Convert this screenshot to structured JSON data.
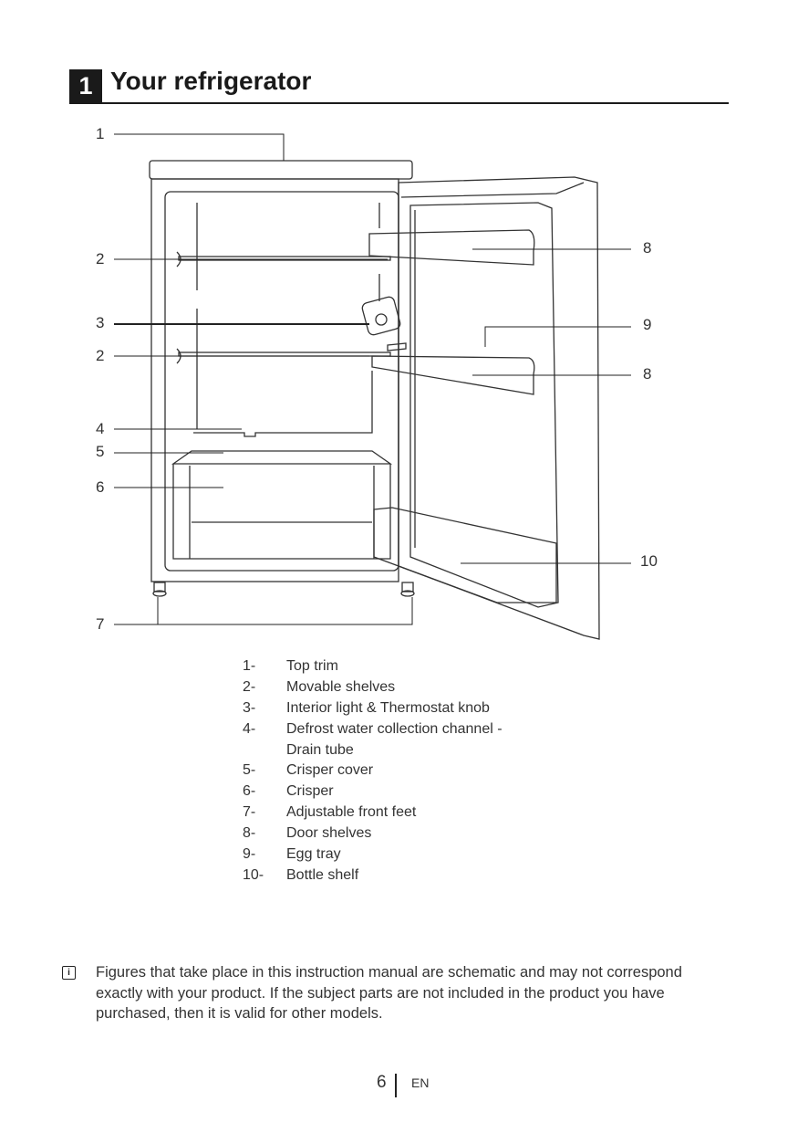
{
  "header": {
    "section_number": "1",
    "title": "Your refrigerator"
  },
  "diagram": {
    "callouts_left": [
      "1",
      "2",
      "3",
      "2",
      "4",
      "5",
      "6",
      "7"
    ],
    "callouts_right": [
      "8",
      "9",
      "8",
      "10"
    ]
  },
  "legend": [
    {
      "num": "1-",
      "label": "Top trim"
    },
    {
      "num": "2-",
      "label": "Movable shelves"
    },
    {
      "num": "3-",
      "label": "Interior light & Thermostat knob"
    },
    {
      "num": "4-",
      "label": "Defrost water collection channel -"
    },
    {
      "num": "",
      "label": "Drain tube"
    },
    {
      "num": "5-",
      "label": "Crisper cover"
    },
    {
      "num": "6-",
      "label": "Crisper"
    },
    {
      "num": "7-",
      "label": "Adjustable front feet"
    },
    {
      "num": "8-",
      "label": "Door shelves"
    },
    {
      "num": "9-",
      "label": "Egg tray"
    },
    {
      "num": "10-",
      "label": "Bottle shelf"
    }
  ],
  "note": {
    "icon": "info-icon",
    "icon_glyph": "i",
    "text": "Figures that take place in this instruction manual are schematic and may not correspond exactly with your product. If the subject parts are not included in the product you have purchased, then it is valid for other models."
  },
  "footer": {
    "page_number": "6",
    "language": "EN"
  }
}
